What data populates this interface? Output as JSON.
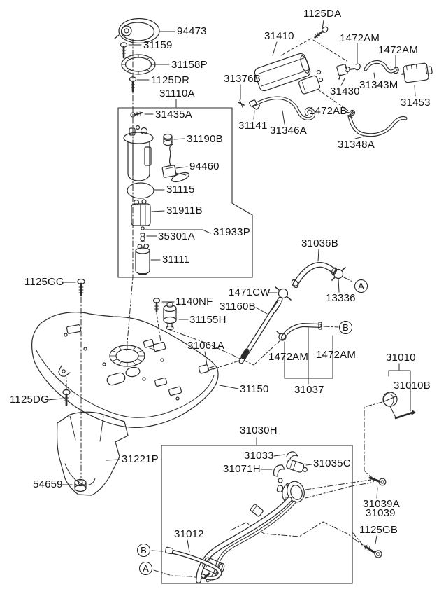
{
  "diagram": {
    "kind": "exploded parts diagram",
    "subject": "Fuel tank and fuel filler system"
  },
  "labels": {
    "94473": "94473",
    "31159": "31159",
    "31158P": "31158P",
    "1125DR": "1125DR",
    "31110A": "31110A",
    "31435A": "31435A",
    "31190B": "31190B",
    "94460": "94460",
    "31115": "31115",
    "31911B": "31911B",
    "35301A": "35301A",
    "31933P": "31933P",
    "31111": "31111",
    "1125DA": "1125DA",
    "31410": "31410",
    "1472AM": "1472AM",
    "31376B": "31376B",
    "31430": "31430",
    "31343M": "31343M",
    "31453": "31453",
    "31141": "31141",
    "1472AB": "1472AB",
    "31346A": "31346A",
    "31348A": "31348A",
    "1125GG": "1125GG",
    "1140NF": "1140NF",
    "31155H": "31155H",
    "31061A": "31061A",
    "1471CW": "1471CW",
    "31160B": "31160B",
    "31036B": "31036B",
    "13336": "13336",
    "31150": "31150",
    "31037": "31037",
    "1125DG": "1125DG",
    "31221P": "31221P",
    "54659": "54659",
    "31010": "31010",
    "31010B": "31010B",
    "31030H": "31030H",
    "31033": "31033",
    "31035C": "31035C",
    "31071H": "31071H",
    "31012": "31012",
    "31039A": "31039A",
    "31039": "31039",
    "1125GB": "1125GB"
  },
  "markers": {
    "a": "A",
    "b": "B"
  },
  "colors": {
    "line": "#2b2b2b",
    "background": "#ffffff"
  }
}
